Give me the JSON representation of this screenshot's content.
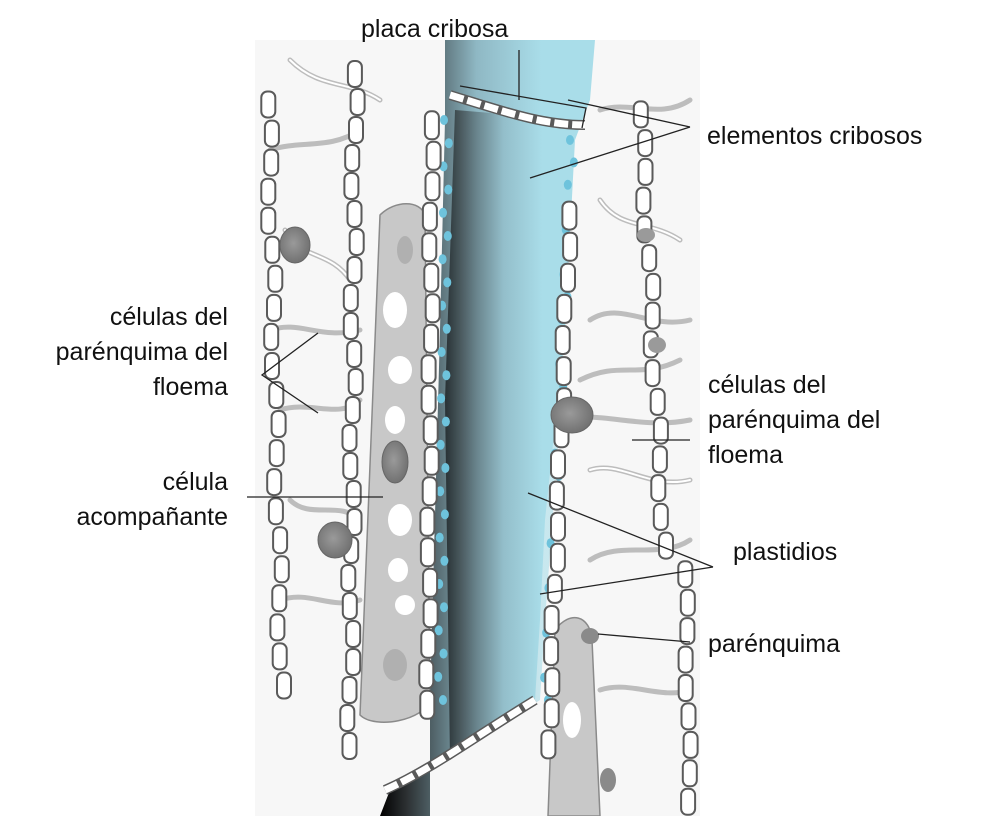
{
  "title": "placa cribosa",
  "labels": {
    "elementos_cribosos": "elementos cribosos",
    "parenquima_floema_left_1": "células del",
    "parenquima_floema_left_2": "parénquima del",
    "parenquima_floema_left_3": "floema",
    "celula_acompanante_1": "célula",
    "celula_acompanante_2": "acompañante",
    "parenquima_floema_right_1": "células del",
    "parenquima_floema_right_2": "parénquima del",
    "parenquima_floema_right_3": "floema",
    "plastidios": "plastidios",
    "parenquima": "parénquima"
  },
  "colors": {
    "sieve_tube": "#a9dde9",
    "sieve_tube_dark": "#000000",
    "plastid": "#6ec3dc",
    "companion_cell": "#c8c8c8",
    "nucleus": "#8a8a8a",
    "cell_wall_fill": "#ffffff",
    "cell_wall_stroke": "#5a5a5a"
  }
}
